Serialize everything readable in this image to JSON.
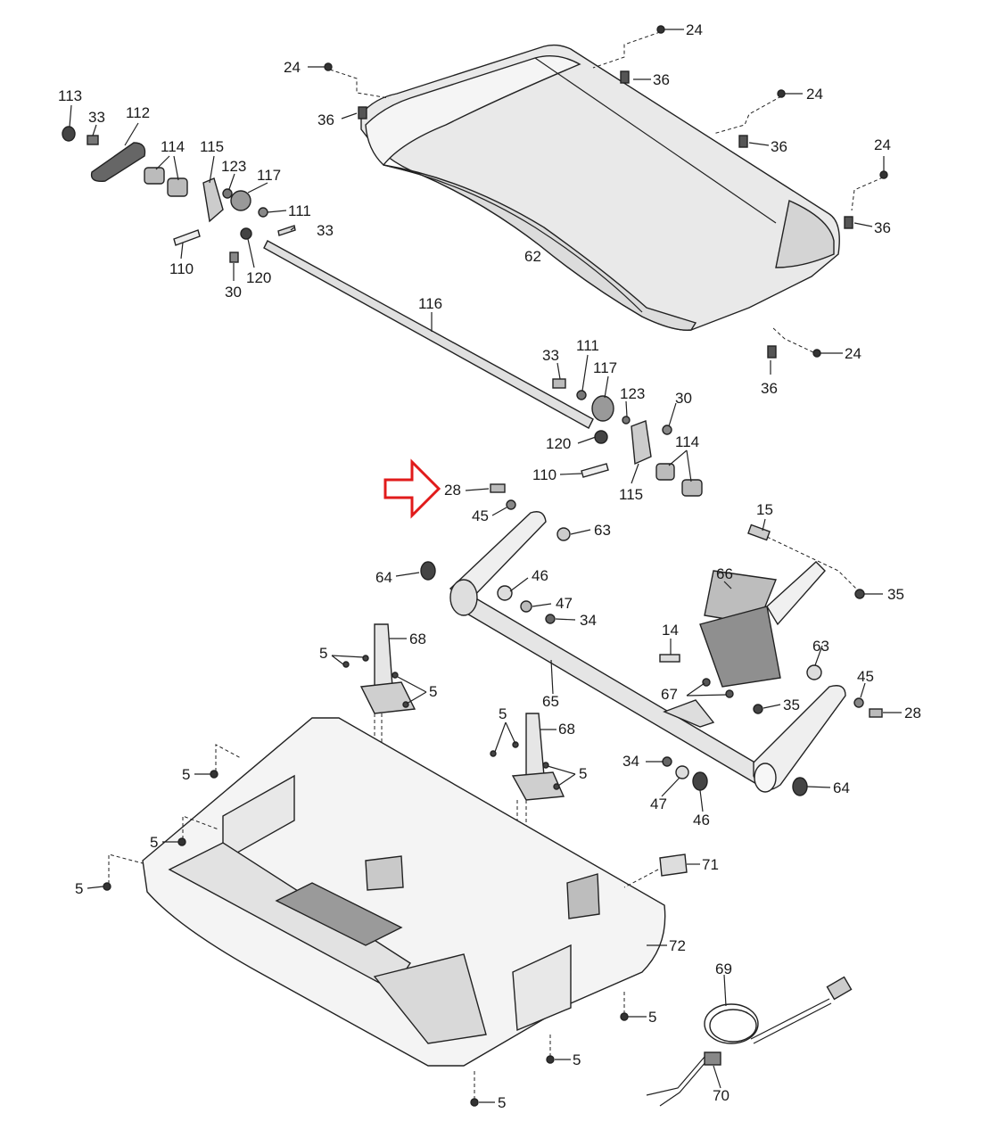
{
  "diagram": {
    "callouts": [
      {
        "id": "c24a",
        "text": "24"
      },
      {
        "id": "c24b",
        "text": "24"
      },
      {
        "id": "c24c",
        "text": "24"
      },
      {
        "id": "c24d",
        "text": "24"
      },
      {
        "id": "c24e",
        "text": "24"
      },
      {
        "id": "c36a",
        "text": "36"
      },
      {
        "id": "c36b",
        "text": "36"
      },
      {
        "id": "c36c",
        "text": "36"
      },
      {
        "id": "c36d",
        "text": "36"
      },
      {
        "id": "c36e",
        "text": "36"
      },
      {
        "id": "c62",
        "text": "62"
      },
      {
        "id": "c113",
        "text": "113"
      },
      {
        "id": "c33a",
        "text": "33"
      },
      {
        "id": "c112",
        "text": "112"
      },
      {
        "id": "c114a",
        "text": "114"
      },
      {
        "id": "c115a",
        "text": "115"
      },
      {
        "id": "c123a",
        "text": "123"
      },
      {
        "id": "c117a",
        "text": "117"
      },
      {
        "id": "c111a",
        "text": "111"
      },
      {
        "id": "c33b",
        "text": "33"
      },
      {
        "id": "c110a",
        "text": "110"
      },
      {
        "id": "c30a",
        "text": "30"
      },
      {
        "id": "c120a",
        "text": "120"
      },
      {
        "id": "c116",
        "text": "116"
      },
      {
        "id": "c33c",
        "text": "33"
      },
      {
        "id": "c111b",
        "text": "111"
      },
      {
        "id": "c117b",
        "text": "117"
      },
      {
        "id": "c123b",
        "text": "123"
      },
      {
        "id": "c30b",
        "text": "30"
      },
      {
        "id": "c120b",
        "text": "120"
      },
      {
        "id": "c114b",
        "text": "114"
      },
      {
        "id": "c110b",
        "text": "110"
      },
      {
        "id": "c115b",
        "text": "115"
      },
      {
        "id": "c28a",
        "text": "28"
      },
      {
        "id": "c45a",
        "text": "45"
      },
      {
        "id": "c63a",
        "text": "63"
      },
      {
        "id": "c15",
        "text": "15"
      },
      {
        "id": "c66",
        "text": "66"
      },
      {
        "id": "c35a",
        "text": "35"
      },
      {
        "id": "c64a",
        "text": "64"
      },
      {
        "id": "c46a",
        "text": "46"
      },
      {
        "id": "c47a",
        "text": "47"
      },
      {
        "id": "c34a",
        "text": "34"
      },
      {
        "id": "c68a",
        "text": "68"
      },
      {
        "id": "c5a",
        "text": "5"
      },
      {
        "id": "c5b",
        "text": "5"
      },
      {
        "id": "c14",
        "text": "14"
      },
      {
        "id": "c63b",
        "text": "63"
      },
      {
        "id": "c65",
        "text": "65"
      },
      {
        "id": "c67",
        "text": "67"
      },
      {
        "id": "c35b",
        "text": "35"
      },
      {
        "id": "c45b",
        "text": "45"
      },
      {
        "id": "c28b",
        "text": "28"
      },
      {
        "id": "c5c",
        "text": "5"
      },
      {
        "id": "c68b",
        "text": "68"
      },
      {
        "id": "c5d",
        "text": "5"
      },
      {
        "id": "c34b",
        "text": "34"
      },
      {
        "id": "c64b",
        "text": "64"
      },
      {
        "id": "c47b",
        "text": "47"
      },
      {
        "id": "c46b",
        "text": "46"
      },
      {
        "id": "c5e",
        "text": "5"
      },
      {
        "id": "c5f",
        "text": "5"
      },
      {
        "id": "c5g",
        "text": "5"
      },
      {
        "id": "c71",
        "text": "71"
      },
      {
        "id": "c72",
        "text": "72"
      },
      {
        "id": "c69",
        "text": "69"
      },
      {
        "id": "c5h",
        "text": "5"
      },
      {
        "id": "c5i",
        "text": "5"
      },
      {
        "id": "c5j",
        "text": "5"
      },
      {
        "id": "c70",
        "text": "70"
      }
    ]
  }
}
